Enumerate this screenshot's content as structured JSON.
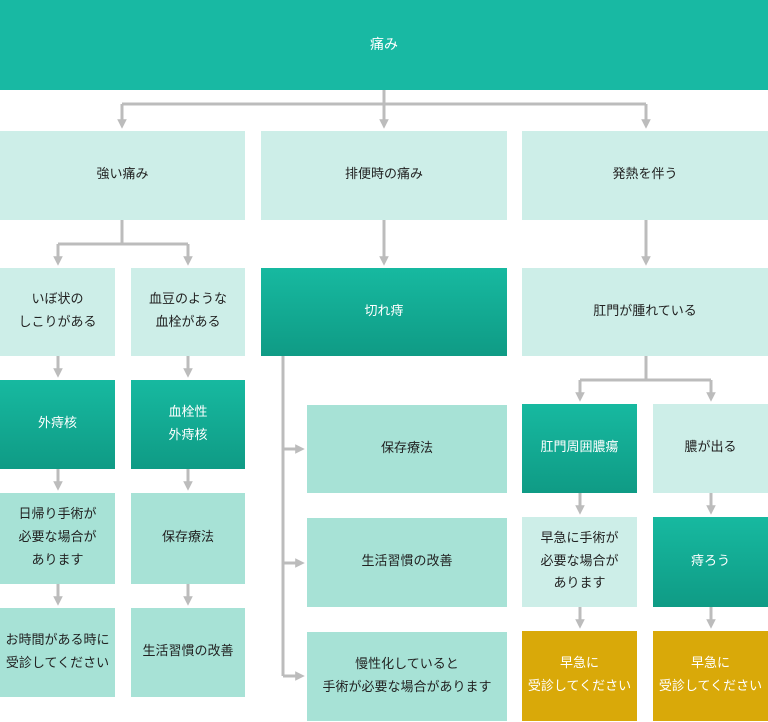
{
  "colors": {
    "top": "#18b9a3",
    "light": "#cdeee8",
    "mid": "#a7e2d6",
    "dark": "#12a991",
    "gold": "#d9a909",
    "connector": "#bcbcbc"
  },
  "nodes": {
    "root": "痛み",
    "strong_pain": "強い痛み",
    "defecation_pain": "排便時の痛み",
    "fever": "発熱を伴う",
    "wart_lump": "いぼ状の\nしこりがある",
    "blood_blister": "血豆のような\n血栓がある",
    "fissure": "切れ痔",
    "anal_swelling": "肛門が腫れている",
    "external_hemorrhoid": "外痔核",
    "thrombosed_hemorrhoid": "血栓性\n外痔核",
    "perianal_abscess": "肛門周囲膿瘍",
    "pus": "膿が出る",
    "fistula": "痔ろう",
    "day_surgery": "日帰り手術が\n必要な場合が\nあります",
    "conservative_1": "保存療法",
    "conservative_2": "保存療法",
    "urgent_surgery": "早急に手術が\n必要な場合が\nあります",
    "visit_when_free": "お時間がある時に\n受診してください",
    "lifestyle_1": "生活習慣の改善",
    "lifestyle_2": "生活習慣の改善",
    "chronic": "慢性化していると\n手術が必要な場合があります",
    "urgent_visit_1": "早急に\n受診してください",
    "urgent_visit_2": "早急に\n受診してください"
  }
}
